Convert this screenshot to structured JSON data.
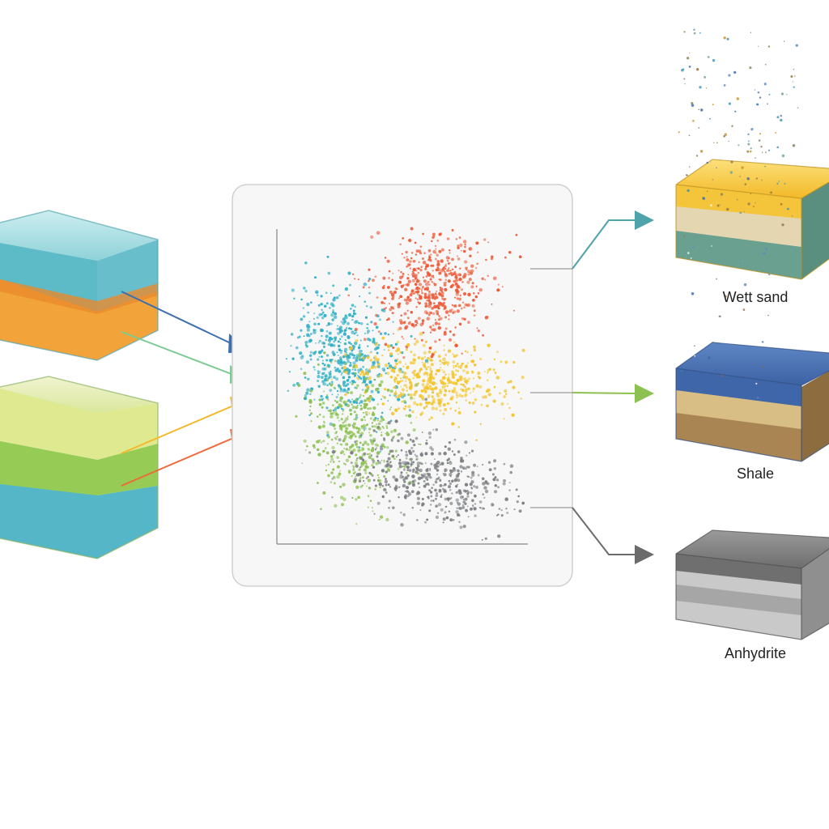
{
  "labels": {
    "output_top": "Wett sand",
    "output_middle": "Shale",
    "output_bottom": "Anhydrite"
  },
  "colors": {
    "cluster_red": "#EE5A38",
    "cluster_cyan": "#2FAFC6",
    "cluster_yellow": "#F4C52C",
    "cluster_green": "#8CC152",
    "cluster_gray": "#7D7F83",
    "arrow_blue": "#3B6FB0",
    "arrow_teal": "#4FA3AA",
    "arrow_green": "#8CC152",
    "arrow_gray": "#6B6B6B",
    "arrow_yellow": "#F5B82A",
    "arrow_orange": "#EE6A3A"
  }
}
